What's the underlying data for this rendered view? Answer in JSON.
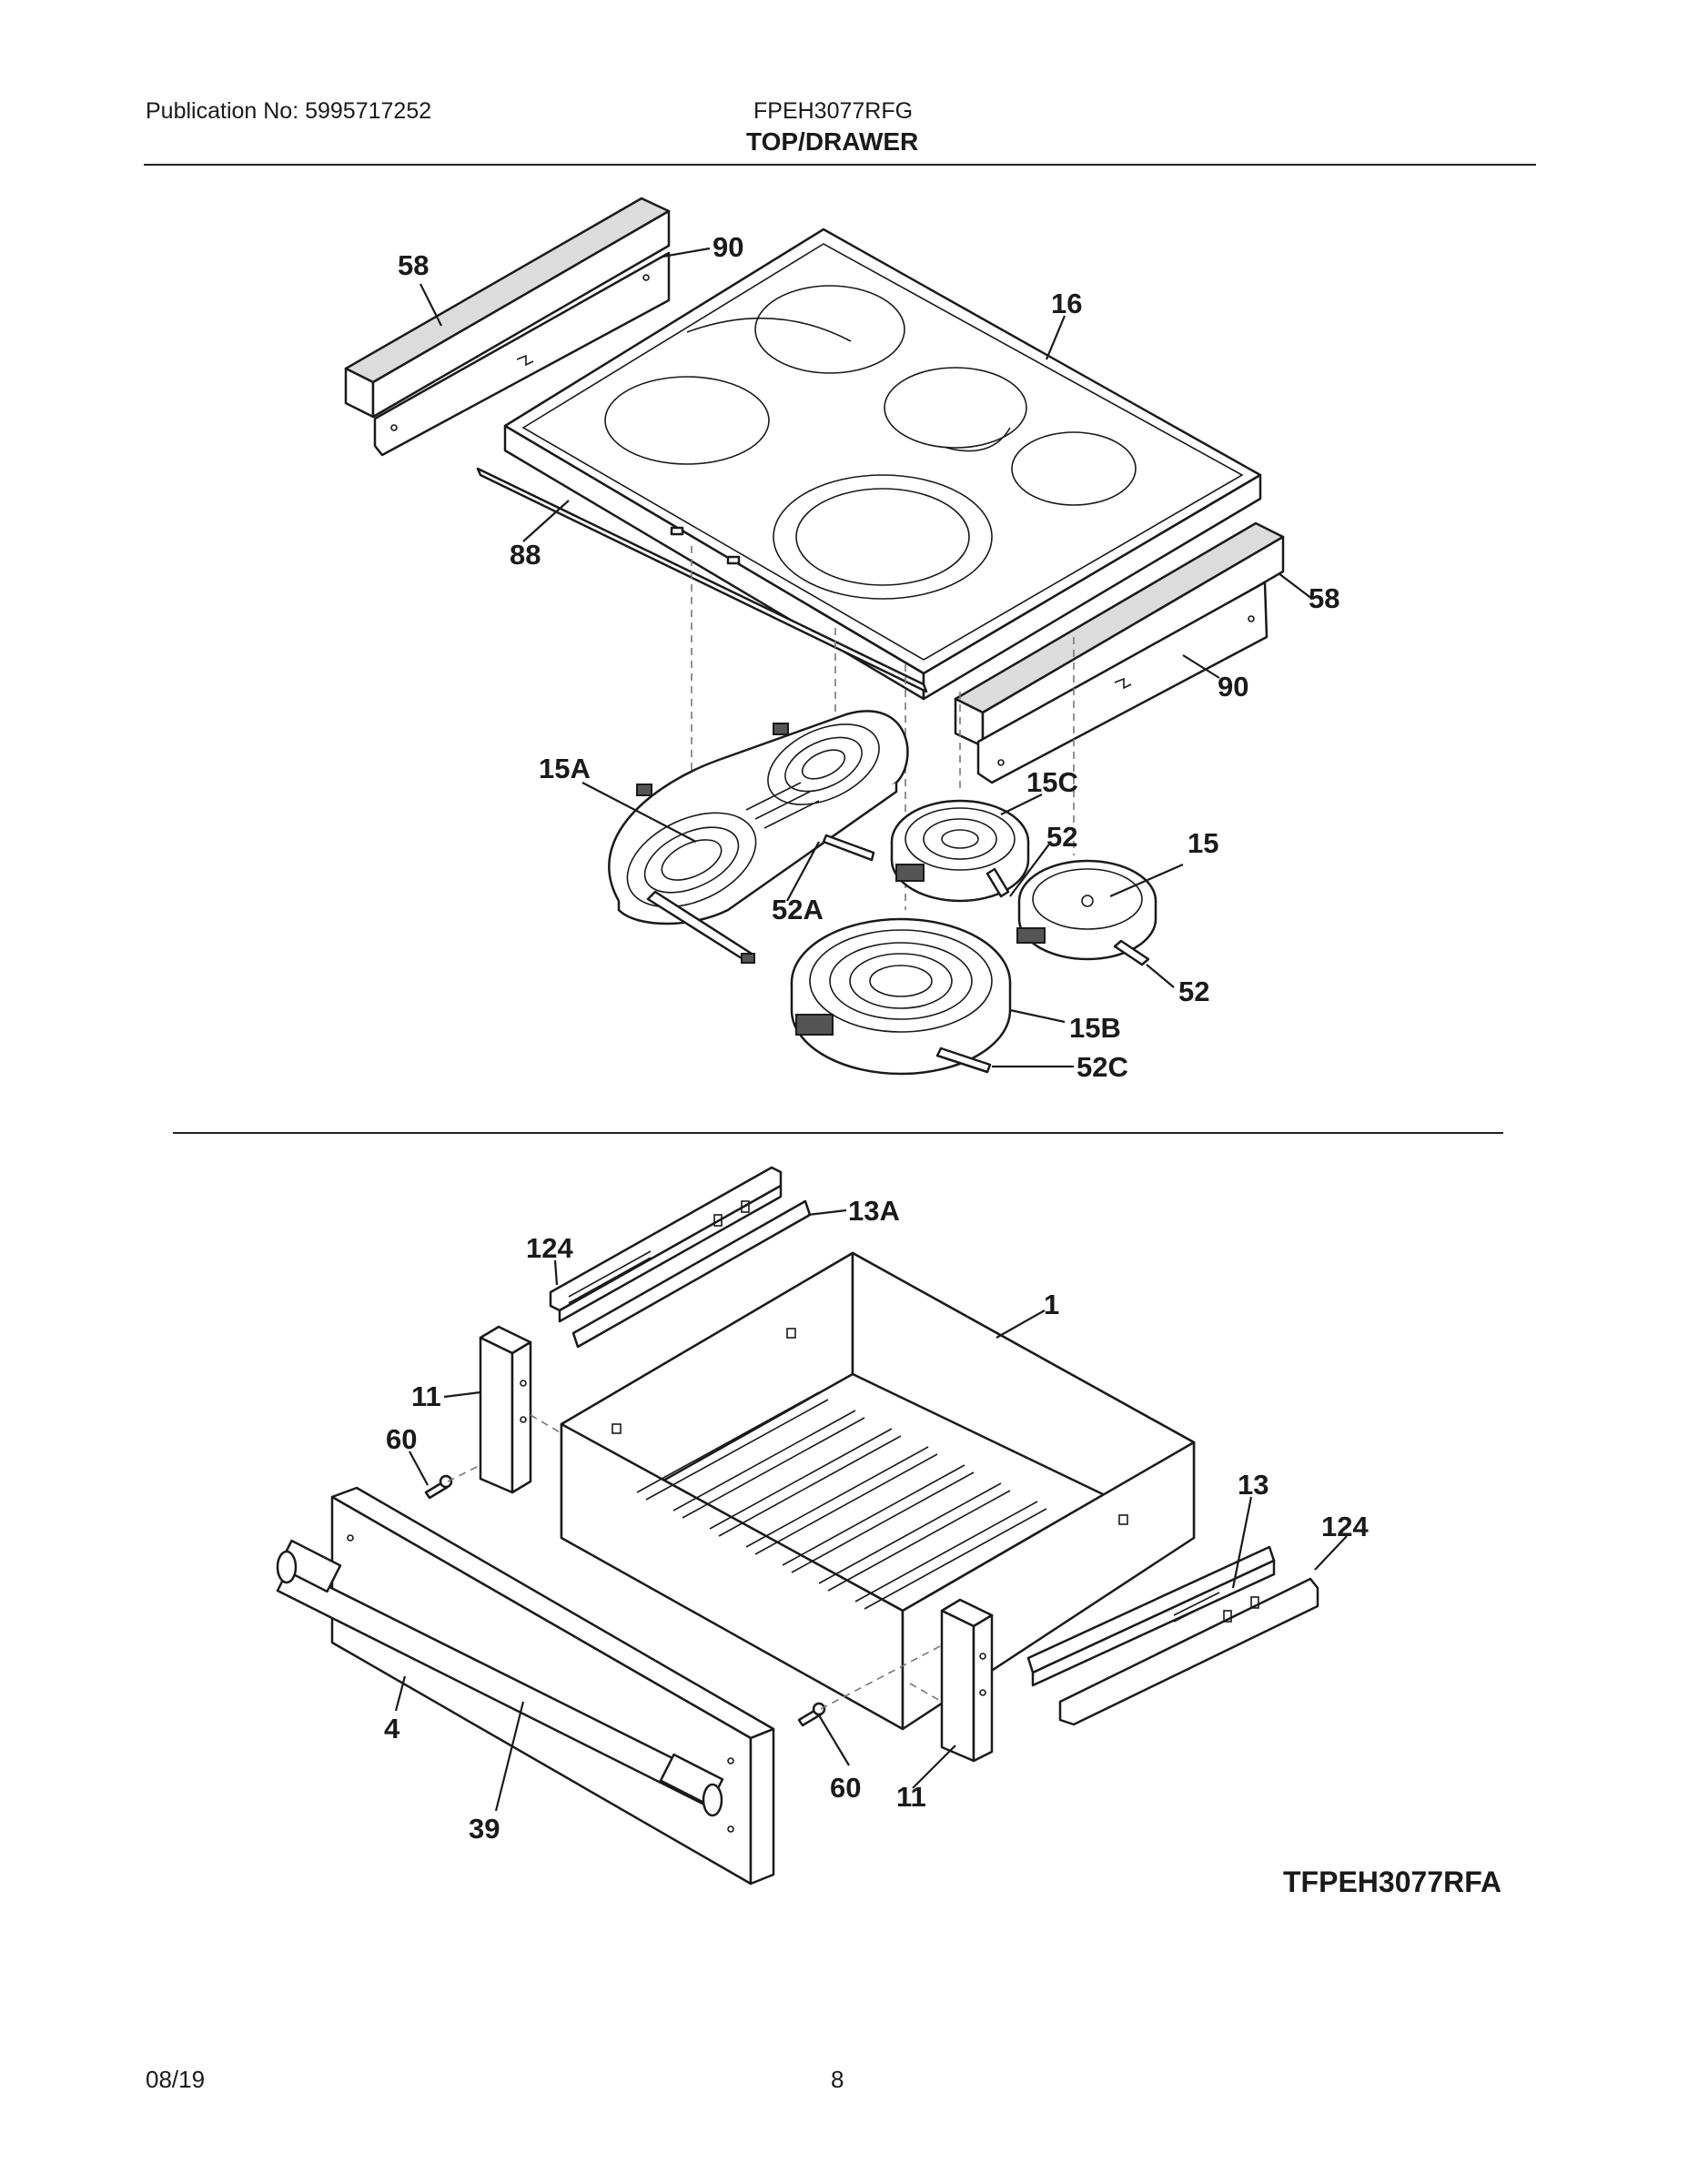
{
  "header": {
    "publication": "Publication No: 5995717252",
    "model": "FPEH3077RFG",
    "section": "TOP/DRAWER"
  },
  "top_labels": {
    "l58a": "58",
    "l90a": "90",
    "l16": "16",
    "l88": "88",
    "l58b": "58",
    "l90b": "90",
    "l15a": "15A",
    "l15c": "15C",
    "l52a_top": "52",
    "l15": "15",
    "l52a": "52A",
    "l52b": "52",
    "l15b": "15B",
    "l52c": "52C"
  },
  "bottom_labels": {
    "l13a": "13A",
    "l124a": "124",
    "l1": "1",
    "l11a": "11",
    "l60a": "60",
    "l13": "13",
    "l124b": "124",
    "l4": "4",
    "l39": "39",
    "l60b": "60",
    "l11b": "11"
  },
  "diagram_code": "TFPEH3077RFA",
  "footer": {
    "date": "08/19",
    "page": "8"
  }
}
